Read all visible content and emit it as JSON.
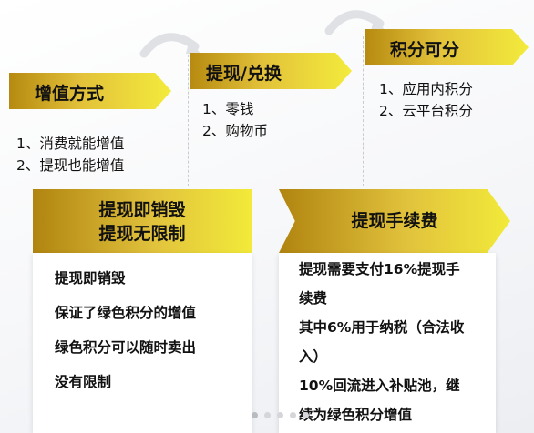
{
  "steps": [
    {
      "title": "增值方式",
      "items": [
        "1、消费就能增值",
        "2、提现也能增值"
      ]
    },
    {
      "title": "提现/兑换",
      "items": [
        "1、零钱",
        "2、购物币"
      ]
    },
    {
      "title": "积分可分",
      "items": [
        "1、应用内积分",
        "2、云平台积分"
      ]
    }
  ],
  "panels": {
    "left": {
      "title_lines": [
        "提现即销毁",
        "提现无限制"
      ],
      "lines": [
        "提现即销毁",
        "保证了绿色积分的增值",
        "绿色积分可以随时卖出",
        "没有限制"
      ]
    },
    "right": {
      "title": "提现手续费",
      "lines": [
        "提现需要支付16%提现手",
        "续费",
        "其中6%用于纳税（合法收",
        "入）",
        "10%回流进入补贴池，继",
        "续为绿色积分增值"
      ]
    }
  },
  "colors": {
    "gold_dark": "#b08410",
    "gold_light": "#f2ea3a",
    "text": "#111111"
  }
}
